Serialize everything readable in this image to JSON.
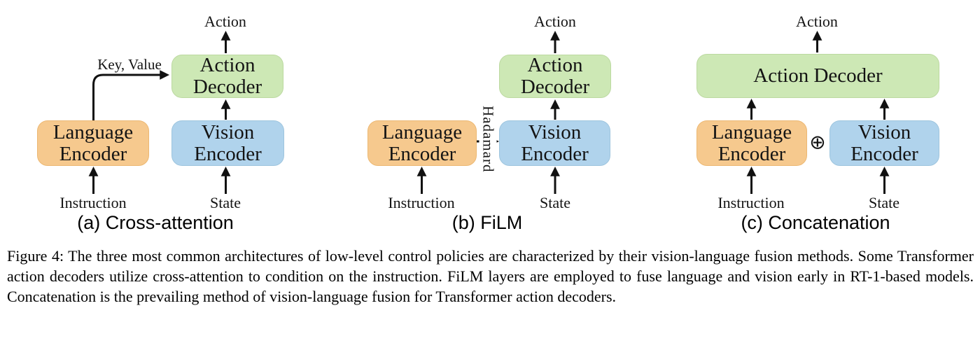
{
  "panels": [
    {
      "label": "(a) Cross-attention",
      "action": "Action",
      "action_decoder": "Action Decoder",
      "language_encoder": "Language Encoder",
      "vision_encoder": "Vision Encoder",
      "fusion_label": "Key, Value",
      "instruction": "Instruction",
      "state": "State"
    },
    {
      "label": "(b) FiLM",
      "action": "Action",
      "action_decoder": "Action Decoder",
      "language_encoder": "Language Encoder",
      "vision_encoder": "Vision Encoder",
      "fusion_label": "Hadamard",
      "instruction": "Instruction",
      "state": "State"
    },
    {
      "label": "(c) Concatenation",
      "action": "Action",
      "action_decoder": "Action Decoder",
      "language_encoder": "Language Encoder",
      "vision_encoder": "Vision Encoder",
      "fusion_label": "⊕",
      "instruction": "Instruction",
      "state": "State"
    }
  ],
  "caption": "Figure 4: The three most common architectures of low-level control policies are characterized by their vision-language fusion methods. Some Transformer action decoders utilize cross-attention to condition on the instruction. FiLM layers are employed to fuse language and vision early in RT-1-based models. Concatenation is the prevailing method of vision-language fusion for Transformer action decoders.",
  "colors": {
    "language_encoder": "#f6c98e",
    "vision_encoder": "#b0d3ec",
    "action_decoder": "#cde8b5",
    "arrow": "#111111"
  }
}
